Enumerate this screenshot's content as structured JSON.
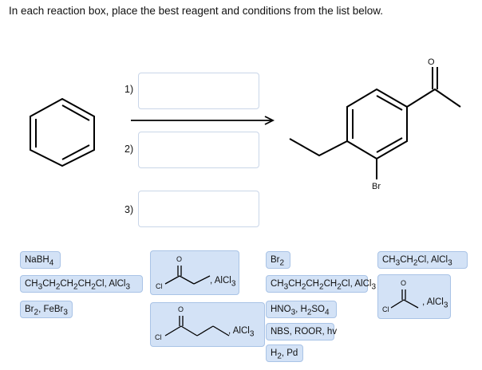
{
  "instructions": "In each reaction box, place the best reagent and conditions from the list below.",
  "steps": [
    "1)",
    "2)",
    "3)"
  ],
  "product_labels": {
    "bromine": "Br",
    "carbonyl_oxygen": "O"
  },
  "reagents": {
    "nabh4": "NaBH4",
    "ch3ch2ch2ch2cl_alcl3": "CH3CH2CH2CH2Cl, AlCl3",
    "br2_febr3": "Br2, FeBr3",
    "br2": "Br2",
    "ch3ch2ch2ch2cl_alcl3_2": "CH3CH2CH2CH2Cl, AlCl3",
    "hno3_h2so4": "HNO3, H2SO4",
    "nbs_roor_hv": "NBS, ROOR, hv",
    "h2_pd": "H2, Pd",
    "ch3ch2cl_alcl3": "CH3CH2Cl, AlCl3",
    "acyl_chloride_propanoyl": {
      "suffix": ", AlCl3",
      "cl": "Cl",
      "o": "O"
    },
    "acyl_chloride_butanoyl": {
      "suffix": ", AlCl3",
      "cl": "Cl",
      "o": "O"
    },
    "acyl_chloride_acetyl": {
      "suffix": ", AlCl3",
      "cl": "Cl",
      "o": "O"
    }
  }
}
